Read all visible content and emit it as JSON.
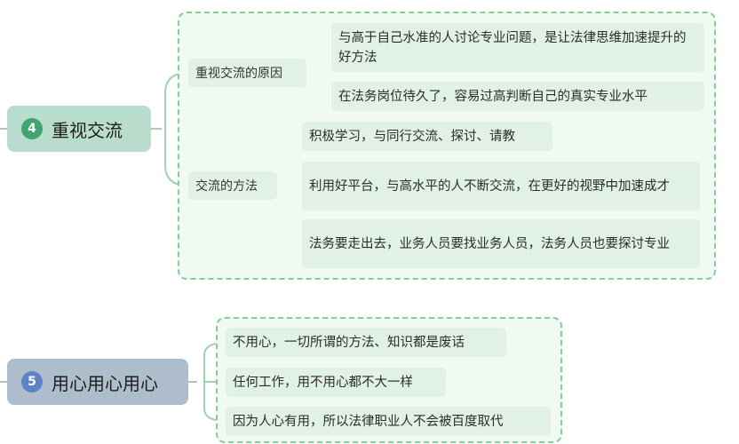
{
  "topics": [
    {
      "number": "4",
      "title": "重视交流",
      "subtopics": [
        {
          "label": "重视交流的原因",
          "points": [
            "与高于自己水准的人讨论专业问题，是让法律思维加速提升的好方法",
            "在法务岗位待久了，容易过高判断自己的真实专业水平"
          ]
        },
        {
          "label": "交流的方法",
          "points": [
            "积极学习，与同行交流、探讨、请教",
            "利用好平台，与高水平的人不断交流，在更好的视野中加速成才",
            "法务要走出去，业务人员要找业务人员，法务人员也要探讨专业"
          ]
        }
      ]
    },
    {
      "number": "5",
      "title": "用心用心用心",
      "points": [
        "不用心，一切所谓的方法、知识都是废话",
        "任何工作，用不用心都不大一样",
        "因为人心有用，所以法律职业人不会被百度取代"
      ]
    }
  ]
}
